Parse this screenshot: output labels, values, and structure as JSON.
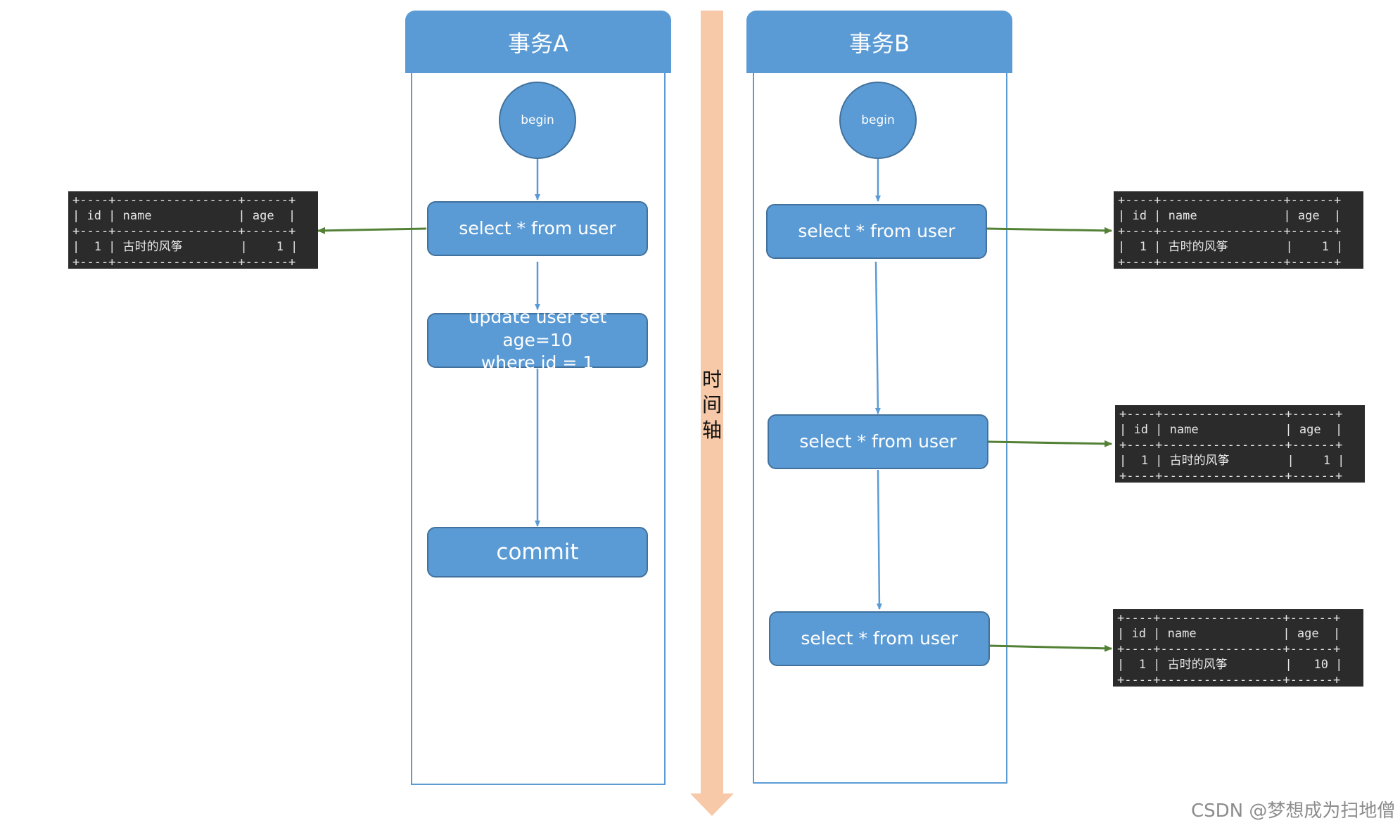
{
  "time_axis": {
    "label_chars": [
      "时",
      "间",
      "轴"
    ],
    "color": "#f7c9a8"
  },
  "transaction_a": {
    "title": "事务A",
    "begin": "begin",
    "steps": [
      "select * from user",
      "update user set age=10",
      "where id = 1",
      "commit"
    ]
  },
  "transaction_b": {
    "title": "事务B",
    "begin": "begin",
    "steps": [
      "select * from user",
      "select * from user",
      "select * from user"
    ]
  },
  "result_tables": [
    {
      "border": "+----+-----------------+------+",
      "header": "| id | name            | age  |",
      "row": "|  1 | 古时的风筝        |    1 |"
    },
    {
      "border": "+----+-----------------+------+",
      "header": "| id | name            | age  |",
      "row": "|  1 | 古时的风筝        |    1 |"
    },
    {
      "border": "+----+-----------------+------+",
      "header": "| id | name            | age  |",
      "row": "|  1 | 古时的风筝        |    1 |"
    },
    {
      "border": "+----+-----------------+------+",
      "header": "| id | name            | age  |",
      "row": "|  1 | 古时的风筝        |   10 |"
    }
  ],
  "colors": {
    "node_fill": "#5b9bd5",
    "node_border": "#41719c",
    "result_arrow": "#538135",
    "terminal_bg": "#2b2b2b"
  },
  "watermark": "CSDN @梦想成为扫地僧"
}
